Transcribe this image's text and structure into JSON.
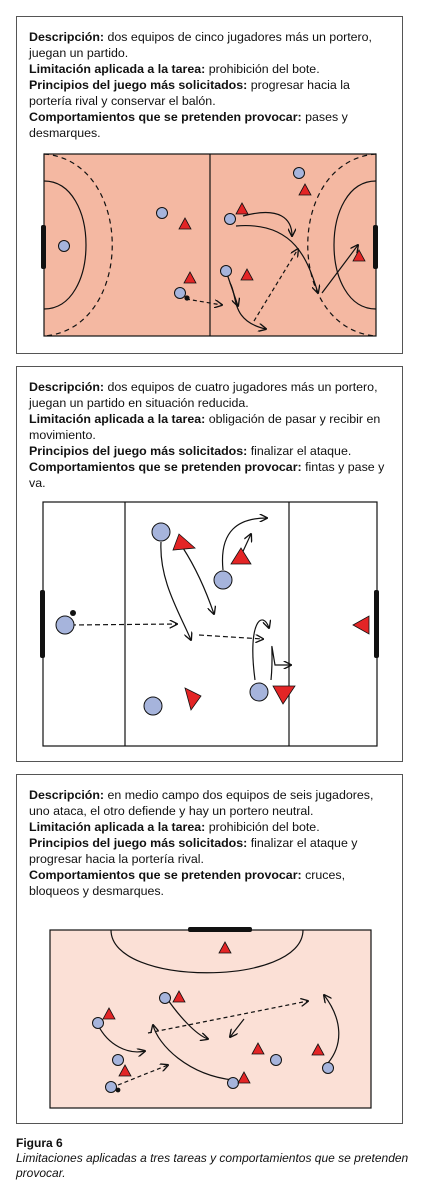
{
  "panels": [
    {
      "lines": [
        {
          "label": "Descripción:",
          "text": " dos equipos de cinco jugadores más un portero, juegan un partido."
        },
        {
          "label": "Limitación aplicada a la tarea:",
          "text": " prohibición del bote."
        },
        {
          "label": "Principios del juego más solicitados:",
          "text": " progresar hacia la portería rival y conservar el balón."
        },
        {
          "label": "Comportamientos que se pretenden provocar:",
          "text": " pases y desmarques."
        }
      ]
    },
    {
      "lines": [
        {
          "label": "Descripción:",
          "text": " dos equipos de cuatro jugadores más un portero, juegan un partido en situación reducida."
        },
        {
          "label": "Limitación aplicada a la tarea:",
          "text": " obligación de pasar y recibir en movimiento."
        },
        {
          "label": "Principios del juego más solicitados:",
          "text": " finalizar el ataque."
        },
        {
          "label": "Comportamientos que se pretenden provocar:",
          "text": " fintas y pase y va."
        }
      ]
    },
    {
      "lines": [
        {
          "label": "Descripción:",
          "text": " en medio campo dos equipos de seis jugadores, uno ataca, el otro defiende y hay un portero neutral."
        },
        {
          "label": "Limitación aplicada a la tarea:",
          "text": " prohibición del bote."
        },
        {
          "label": "Principios del juego más solicitados:",
          "text": " finalizar el ataque y progresar hacia la portería rival."
        },
        {
          "label": "Comportamientos que se pretenden provocar:",
          "text": " cruces, bloqueos y desmarques."
        }
      ]
    }
  ],
  "caption": {
    "title": "Figura 6",
    "subtitle": "Limitaciones aplicadas a tres tareas y comportamientos que se pretenden provocar."
  },
  "colors": {
    "court1": "#f4b8a2",
    "court3": "#fbe0d6",
    "player": "#a6b4dc",
    "defender": "#e32526"
  }
}
